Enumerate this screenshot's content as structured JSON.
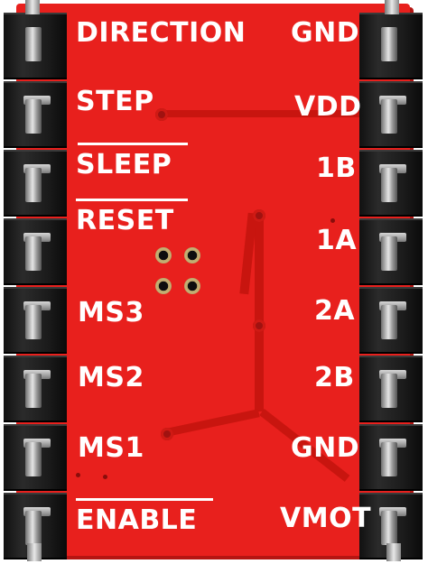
{
  "board": {
    "color": "#e8201d",
    "left_labels": [
      "DIRECTION",
      "STEP",
      "SLEEP",
      "RESET",
      "MS3",
      "MS2",
      "MS1",
      "ENABLE"
    ],
    "right_labels": [
      "GND",
      "VDD",
      "1B",
      "1A",
      "2A",
      "2B",
      "GND",
      "VMOT"
    ],
    "overbar_labels": [
      "SLEEP",
      "RESET",
      "ENABLE"
    ]
  }
}
